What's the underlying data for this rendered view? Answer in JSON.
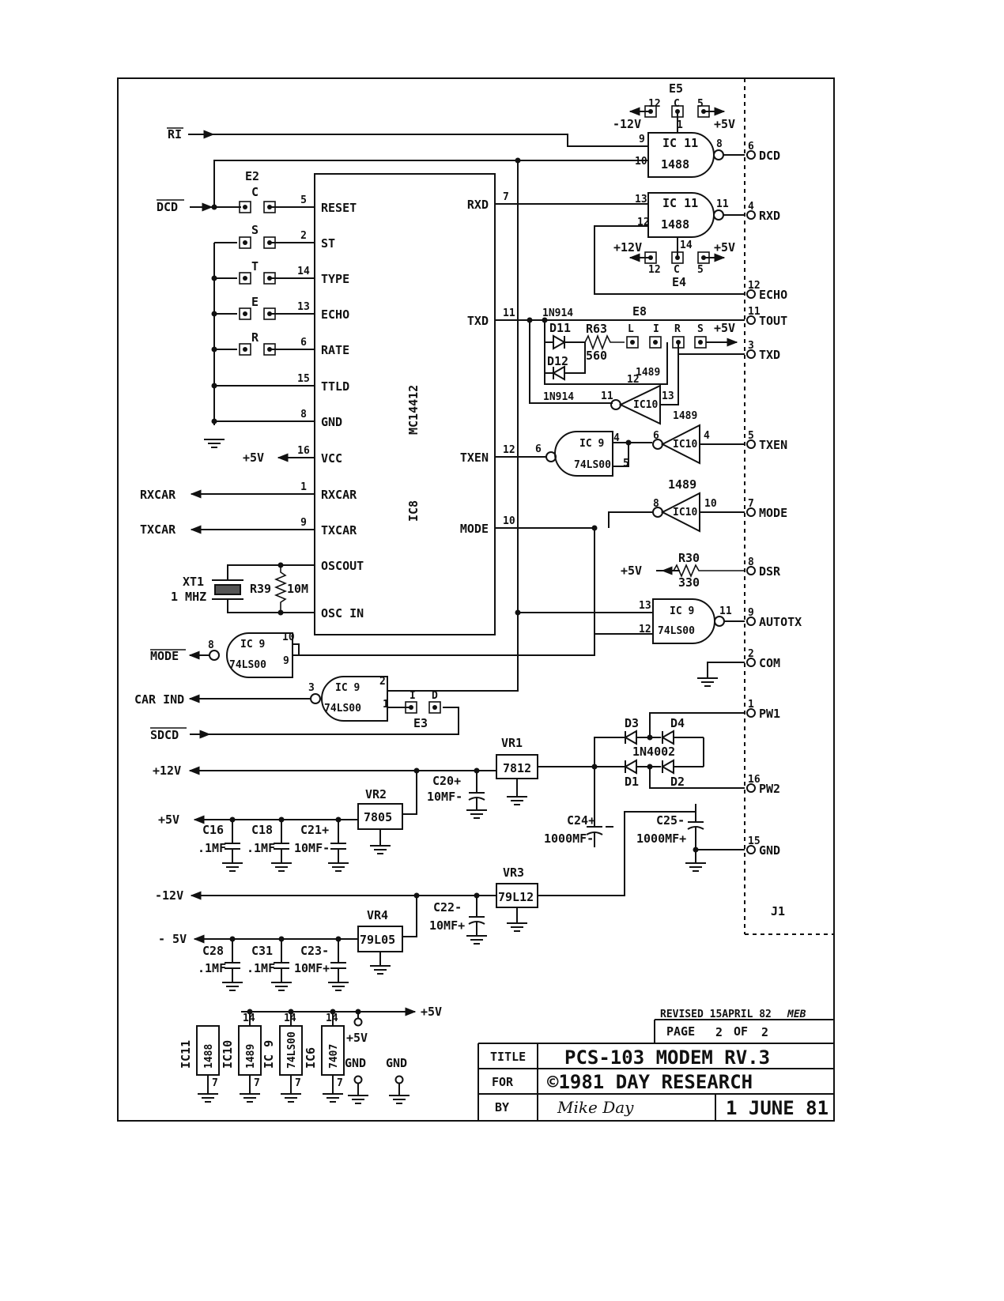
{
  "ic8": {
    "part": "MC14412",
    "ref": "IC8"
  },
  "left_signals": {
    "ri": "RI",
    "dcd": "DCD",
    "rxcar": "RXCAR",
    "txcar": "TXCAR",
    "mode": "MODE",
    "carind": "CAR IND",
    "sdcd": "SDCD",
    "plus12": "+12V",
    "plus5": "+5V",
    "minus12": "-12V",
    "minus5": "- 5V"
  },
  "ic8_left_pins": [
    {
      "num": "5",
      "name": "RESET"
    },
    {
      "num": "2",
      "name": "ST"
    },
    {
      "num": "14",
      "name": "TYPE"
    },
    {
      "num": "13",
      "name": "ECHO"
    },
    {
      "num": "6",
      "name": "RATE"
    },
    {
      "num": "15",
      "name": "TTLD"
    },
    {
      "num": "8",
      "name": "GND"
    },
    {
      "num": "16",
      "name": "VCC"
    },
    {
      "num": "1",
      "name": "RXCAR"
    },
    {
      "num": "9",
      "name": "TXCAR"
    },
    {
      "num": "",
      "name": "OSCOUT"
    },
    {
      "num": "",
      "name": "OSC IN"
    }
  ],
  "ic8_right_pins": [
    {
      "num": "7",
      "name": "RXD"
    },
    {
      "num": "11",
      "name": "TXD"
    },
    {
      "num": "12",
      "name": "TXEN"
    },
    {
      "num": "10",
      "name": "MODE"
    }
  ],
  "jumpers": {
    "e2": "E2",
    "e2c": "C",
    "s": "S",
    "t": "T",
    "e": "E",
    "r": "R"
  },
  "vcc_label": "+5V",
  "crystal": {
    "ref": "XT1",
    "freq": "1 MHZ",
    "res": "R39",
    "res_val": "10M"
  },
  "ic11_top": {
    "ref": "IC 11",
    "part": "1488",
    "pin_a": "9",
    "pin_b": "10",
    "pin_out": "8",
    "pin_vcc": "1"
  },
  "ic11_mid": {
    "ref": "IC 11",
    "part": "1488",
    "pin_a": "13",
    "pin_b": "12",
    "pin_out": "11",
    "pin_vcc": "14"
  },
  "e5": {
    "ref": "E5",
    "l": "12",
    "c": "C",
    "r": "5",
    "neg": "-12V",
    "pos": "+5V"
  },
  "e4": {
    "ref": "E4",
    "l": "12",
    "c": "C",
    "r": "5",
    "neg": "+12V",
    "pos": "+5V"
  },
  "e8": {
    "ref": "E8",
    "l": "L",
    "i": "I",
    "r": "R",
    "s": "S",
    "pos": "+5V"
  },
  "diodes_tx": {
    "d11": "D11",
    "d12": "D12",
    "type_top": "1N914",
    "type_bot": "1N914",
    "r63": "R63",
    "r63_val": "560"
  },
  "ic10_a": {
    "ref": "IC10",
    "part": "1489",
    "pin_in": "13",
    "pin_out": "11",
    "pin_ctl": "12"
  },
  "ic10_b": {
    "ref": "IC10",
    "part": "1489",
    "pin_in": "4",
    "pin_out": "6"
  },
  "ic10_c": {
    "ref": "IC10",
    "part": "1489",
    "pin_in": "10",
    "pin_out": "8"
  },
  "ic9_txen": {
    "ref": "IC 9",
    "part": "74LS00",
    "pin_a": "4",
    "pin_b": "5",
    "pin_out": "6"
  },
  "ic9_auto": {
    "ref": "IC 9",
    "part": "74LS00",
    "pin_a": "13",
    "pin_b": "12",
    "pin_out": "11"
  },
  "ic9_mode": {
    "ref": "IC 9",
    "part": "74LS00",
    "pin_a": "10",
    "pin_b": "9",
    "pin_out": "8"
  },
  "ic9_car": {
    "ref": "IC 9",
    "part": "74LS00",
    "pin_a": "2",
    "pin_b": "1",
    "pin_out": "3"
  },
  "e3": {
    "ref": "E3",
    "i": "I",
    "d": "D"
  },
  "r30": {
    "ref": "R30",
    "val": "330",
    "src": "+5V"
  },
  "connector": {
    "ref": "J1",
    "pins": [
      {
        "num": "6",
        "name": "DCD"
      },
      {
        "num": "4",
        "name": "RXD"
      },
      {
        "num": "12",
        "name": "ECHO"
      },
      {
        "num": "11",
        "name": "TOUT"
      },
      {
        "num": "3",
        "name": "TXD"
      },
      {
        "num": "5",
        "name": "TXEN"
      },
      {
        "num": "7",
        "name": "MODE"
      },
      {
        "num": "8",
        "name": "DSR"
      },
      {
        "num": "9",
        "name": "AUTOTX"
      },
      {
        "num": "2",
        "name": "COM"
      },
      {
        "num": "1",
        "name": "PW1"
      },
      {
        "num": "16",
        "name": "PW2"
      },
      {
        "num": "15",
        "name": "GND"
      }
    ]
  },
  "power": {
    "vr1": {
      "ref": "VR1",
      "part": "7812"
    },
    "vr2": {
      "ref": "VR2",
      "part": "7805"
    },
    "vr3": {
      "ref": "VR3",
      "part": "79L12"
    },
    "vr4": {
      "ref": "VR4",
      "part": "79L05"
    },
    "bridge": {
      "d1": "D1",
      "d2": "D2",
      "d3": "D3",
      "d4": "D4",
      "type": "1N4002"
    },
    "c20": {
      "ref": "C20+",
      "val": "10MF-"
    },
    "c22": {
      "ref": "C22-",
      "val": "10MF+"
    },
    "c24": {
      "ref": "C24+",
      "val": "1000MF-"
    },
    "c25": {
      "ref": "C25-",
      "val": "1000MF+"
    },
    "c16": {
      "ref": "C16",
      "val": ".1MF"
    },
    "c18": {
      "ref": "C18",
      "val": ".1MF"
    },
    "c21": {
      "ref": "C21+",
      "val": "10MF-"
    },
    "c28": {
      "ref": "C28",
      "val": ".1MF"
    },
    "c31": {
      "ref": "C31",
      "val": ".1MF"
    },
    "c23": {
      "ref": "C23-",
      "val": "10MF+"
    }
  },
  "supply_ics": {
    "bus": "+5V",
    "ics": [
      {
        "ref": "IC11",
        "part": "1488",
        "vcc": "",
        "gnd": "7"
      },
      {
        "ref": "IC10",
        "part": "1489",
        "vcc": "14",
        "gnd": "7"
      },
      {
        "ref": "IC 9",
        "part": "74LS00",
        "vcc": "14",
        "gnd": "7"
      },
      {
        "ref": "IC6",
        "part": "7407",
        "vcc": "14",
        "gnd": "7"
      }
    ],
    "tp_5v": "+5V",
    "tp_gnd1": "GND",
    "tp_gnd2": "GND"
  },
  "title_block": {
    "revised": "REVISED 15APRIL 82",
    "rev_initials": "MEB",
    "page_label": "PAGE",
    "page_num": "2",
    "page_of": "OF",
    "page_total": "2",
    "title_label": "TITLE",
    "title": "PCS-103 MODEM  RV.3",
    "for_label": "FOR",
    "for": "©1981  DAY RESEARCH",
    "by_label": "BY",
    "by_signature": "Mike Day",
    "date": "1 JUNE 81"
  }
}
